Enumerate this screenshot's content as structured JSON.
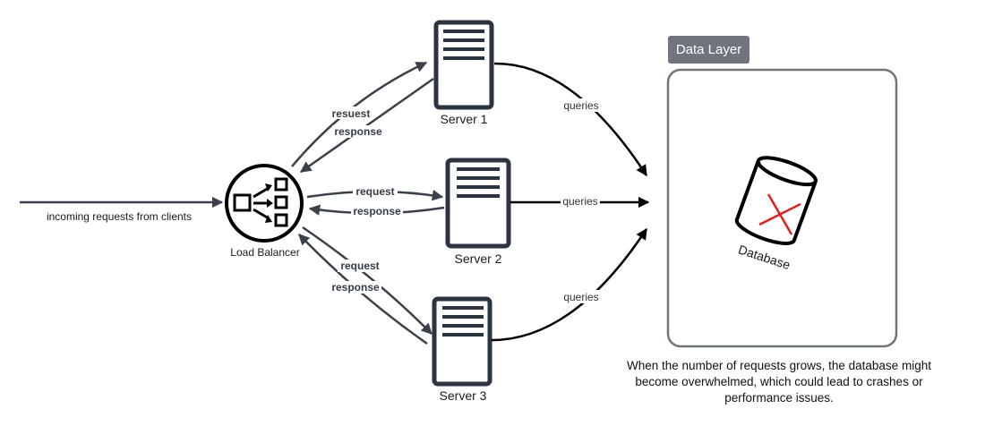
{
  "diagram": {
    "title": "Load balancer with three servers overwhelming a single database",
    "nodes": {
      "client_input": {
        "label": "incoming requests from clients"
      },
      "load_balancer": {
        "label": "Load Balancer",
        "icon": "load-balancer-icon"
      },
      "servers": [
        {
          "label": "Server 1",
          "icon": "server-icon"
        },
        {
          "label": "Server 2",
          "icon": "server-icon"
        },
        {
          "label": "Server 3",
          "icon": "server-icon"
        }
      ],
      "data_layer": {
        "label": "Data Layer"
      },
      "database": {
        "label": "Database",
        "icon": "database-icon",
        "status_icon": "red-x-icon",
        "status_color": "#e02020"
      }
    },
    "edges": {
      "server1": {
        "request": "resuest",
        "response": "response",
        "queries": "queries"
      },
      "server2": {
        "request": "request",
        "response": "response",
        "queries": "queries"
      },
      "server3": {
        "request": "request",
        "response": "response",
        "queries": "queries"
      }
    },
    "caption": "When the number of requests grows, the database might become overwhelmed, which could lead to crashes or performance issues.",
    "colors": {
      "arrow": "#3a414b",
      "query_arrow": "#000000",
      "server_stroke": "#2b3440",
      "data_layer_tag": "#6f747d",
      "data_layer_border": "#6f747d",
      "failure_mark": "#e02020"
    }
  }
}
